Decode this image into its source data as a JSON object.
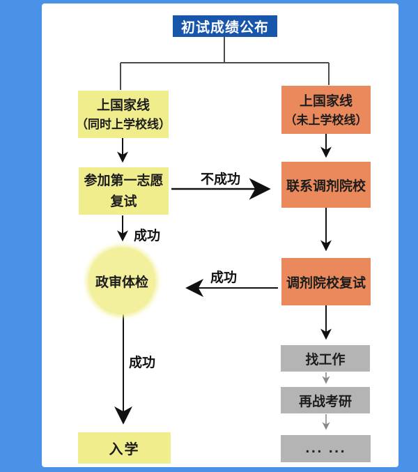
{
  "diagram": {
    "title": "初试成绩公布",
    "nodes": {
      "passed_both_lines": {
        "line1": "上国家线",
        "line2": "（同时上学校线）"
      },
      "first_choice_retest": {
        "line1": "参加第一志愿",
        "line2": "复试"
      },
      "review_physical": {
        "label": "政审体检"
      },
      "enroll": {
        "label": "入学"
      },
      "passed_national_only": {
        "line1": "上国家线",
        "line2": "（未上学校线）"
      },
      "contact_transfer_school": {
        "label": "联系调剂院校"
      },
      "transfer_school_retest": {
        "label": "调剂院校复试"
      },
      "find_job": {
        "label": "找工作"
      },
      "retry_exam": {
        "label": "再战考研"
      },
      "ellipsis": {
        "label": "... ..."
      }
    },
    "edge_labels": {
      "unsuccessful": "不成功",
      "success_to_review": "成功",
      "success_from_transfer": "成功",
      "success_to_enroll": "成功"
    },
    "colors": {
      "frame_blue": "#4a91e8",
      "title_bg": "#1856ab",
      "yellow_box": "#f0ed8d",
      "orange_box": "#ea8a5c",
      "gray_box": "#b4b4b4"
    }
  }
}
